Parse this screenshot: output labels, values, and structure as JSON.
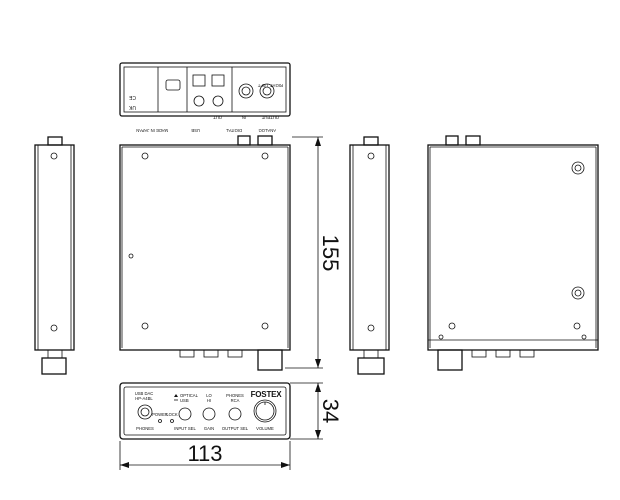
{
  "dimensions": {
    "width": "113",
    "height": "155",
    "depth": "34"
  },
  "rear_panel": {
    "made_in": "MADE IN JAPAN",
    "usb": "USB",
    "digital": "DIGITAL",
    "analog": "ANALOG",
    "out": "OUT",
    "in": "IN",
    "output": "OUTPUT",
    "left": "LEFT",
    "right": "RIGHT"
  },
  "front_panel": {
    "product": "USB DAC",
    "model": "HP-A4BL",
    "phones": "PHONES",
    "power": "POWER",
    "lock": "LOCK",
    "optical": "OPTICAL",
    "usb": "USB",
    "input_sel": "INPUT SEL",
    "lo": "LO",
    "hi": "HI",
    "gain": "GAIN",
    "phones_rca": "PHONES",
    "rca": "RCA",
    "output_sel": "OUTPUT SEL",
    "brand": "FOSTEX",
    "volume": "VOLUME"
  }
}
